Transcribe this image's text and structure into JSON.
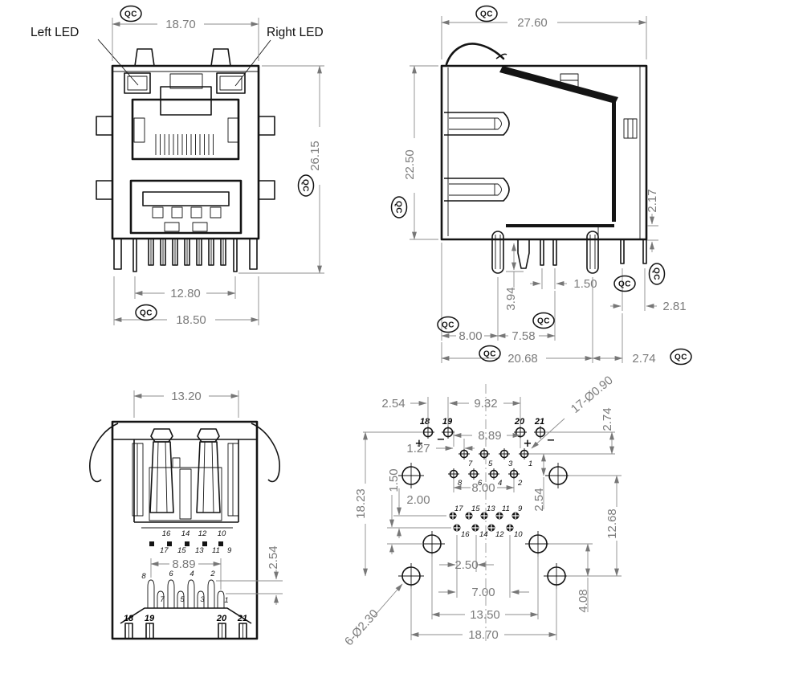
{
  "qc": "QC",
  "front": {
    "left_led": "Left LED",
    "right_led": "Right LED",
    "dim_top": "18.70",
    "dim_height": "26.15",
    "dim_pins": "12.80",
    "dim_bottom": "18.50"
  },
  "side": {
    "dim_depth": "27.60",
    "dim_height": "22.50",
    "d217": "2.17",
    "d394": "3.94",
    "d150": "1.50",
    "d281": "2.81",
    "d800": "8.00",
    "d758": "7.58",
    "d2068": "20.68",
    "d274": "2.74"
  },
  "rear": {
    "d1320": "13.20",
    "d889": "8.89",
    "d254": "2.54",
    "step": [
      "16",
      "14",
      "12",
      "10"
    ],
    "holes": [
      "17",
      "15",
      "13",
      "11",
      "9"
    ],
    "tall": [
      "8",
      "6",
      "4",
      "2"
    ],
    "short": [
      "7",
      "5",
      "3",
      "1"
    ],
    "corner": [
      "18",
      "19",
      "20",
      "21"
    ]
  },
  "fp": {
    "d254t": "2.54",
    "d932": "9.32",
    "d889": "8.89",
    "d127": "1.27",
    "note_small": "17-Ø0.90",
    "d274": "2.74",
    "d1823": "18.23",
    "d150": "1.50",
    "d200": "2.00",
    "d800": "8.00",
    "d254r": "2.54",
    "d1268": "12.68",
    "d250": "2.50",
    "d700": "7.00",
    "d1350": "13.50",
    "d408": "4.08",
    "d1870": "18.70",
    "note_large": "6-Ø2.30",
    "plus": "+",
    "minus": "−",
    "mount": [
      "18",
      "19",
      "20",
      "21"
    ],
    "row1": [
      "7",
      "5",
      "3",
      "1"
    ],
    "row2": [
      "8",
      "6",
      "4",
      "2"
    ],
    "row3": [
      "17",
      "15",
      "13",
      "11",
      "9"
    ],
    "row4": [
      "16",
      "14",
      "12",
      "10"
    ]
  }
}
